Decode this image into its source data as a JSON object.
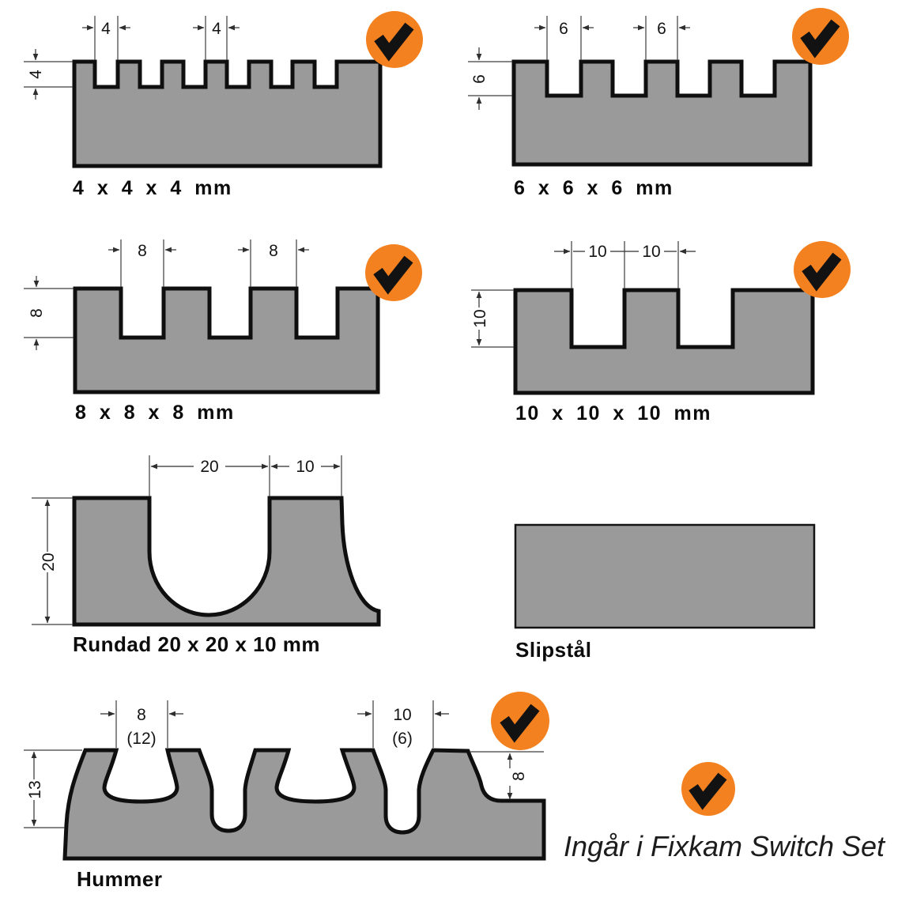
{
  "colors": {
    "steel_gray": "#9A9A9A",
    "outline": "#0f0f0f",
    "badge_orange": "#F48120",
    "dim_line": "#3d3d3d",
    "background": "#ffffff"
  },
  "profiles": [
    {
      "id": "comb-4",
      "label": "4 x 4 x 4 mm",
      "dims": {
        "notch_width": "4",
        "tooth_width": "4",
        "depth": "4"
      },
      "included": true
    },
    {
      "id": "comb-6",
      "label": "6 x 6 x 6 mm",
      "dims": {
        "notch_width": "6",
        "tooth_width": "6",
        "depth": "6"
      },
      "included": true
    },
    {
      "id": "comb-8",
      "label": "8 x 8 x 8 mm",
      "dims": {
        "notch_width": "8",
        "tooth_width": "8",
        "depth": "8"
      },
      "included": true
    },
    {
      "id": "comb-10",
      "label": "10 x 10 x 10 mm",
      "dims": {
        "notch_width": "10",
        "tooth_width": "10",
        "depth": "10"
      },
      "included": true
    },
    {
      "id": "rundad",
      "label": "Rundad  20 x 20 x 10 mm",
      "dims": {
        "notch_width": "20",
        "tooth_width": "10",
        "depth": "20"
      },
      "included": false
    },
    {
      "id": "slipstal",
      "label": "Slipstål",
      "dims": {},
      "included": false
    },
    {
      "id": "hummer",
      "label": "Hummer",
      "dims": {
        "notch_width": "8",
        "notch_width_alt": "(12)",
        "slot_width": "10",
        "slot_width_alt": "(6)",
        "depth": "13",
        "right_depth": "8"
      },
      "included": true
    }
  ],
  "footer": {
    "note": "Ingår i Fixkam Switch Set"
  },
  "icons": {
    "badge": "check-icon"
  }
}
